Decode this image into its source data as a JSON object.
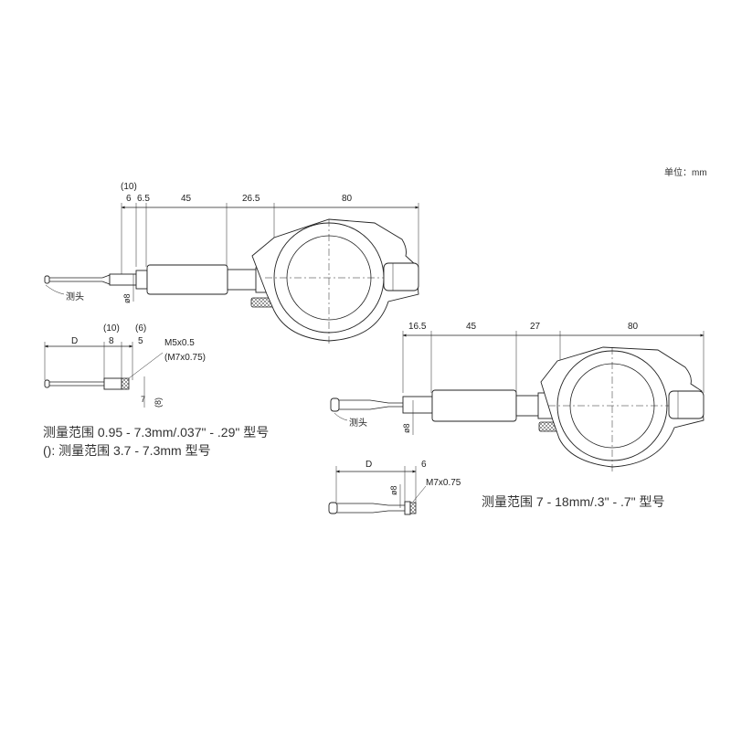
{
  "unit_label": "单位：mm",
  "model_a": {
    "dims": {
      "d10": "(10)",
      "d6": "6",
      "d6_5": "6.5",
      "d45": "45",
      "d26_5": "26.5",
      "d80": "80",
      "phi8": "ø8"
    },
    "probe_label": "测头",
    "detail": {
      "D": "D",
      "d10": "(10)",
      "d8": "8",
      "d6": "(6)",
      "d5": "5",
      "thread": "M5x0.5",
      "thread_alt": "(M7x0.75)",
      "d7": "7",
      "d8p": "(8)"
    },
    "caption_1": "测量范围 0.95 - 7.3mm/.037\" - .29\" 型号",
    "caption_2": "(): 测量范围 3.7 - 7.3mm 型号"
  },
  "model_b": {
    "dims": {
      "d16_5": "16.5",
      "d45": "45",
      "d27": "27",
      "d80": "80",
      "phi8": "ø8"
    },
    "probe_label": "测头",
    "detail": {
      "D": "D",
      "d6": "6",
      "phi8": "ø8",
      "thread": "M7x0.75"
    },
    "caption": "测量范围 7 - 18mm/.3\" - .7\" 型号"
  }
}
